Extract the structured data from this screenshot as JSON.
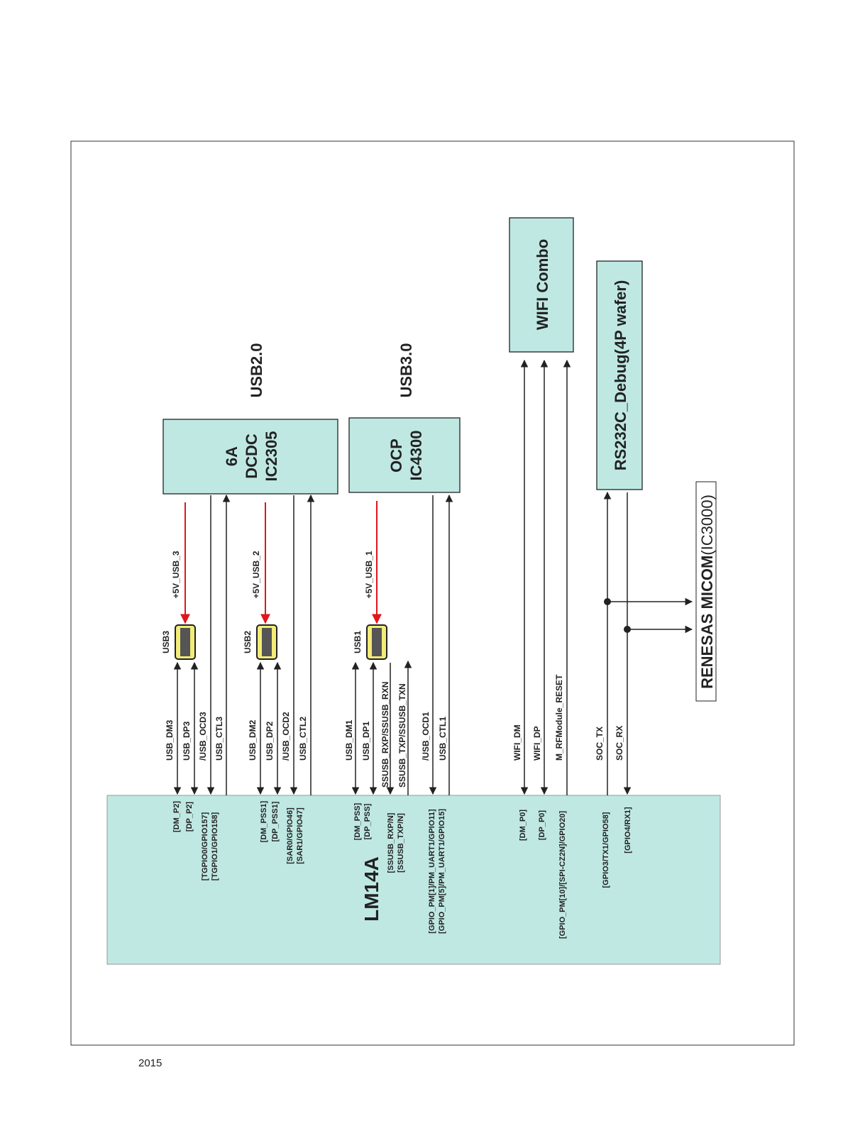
{
  "blocks": {
    "lm14a": "LM14A",
    "dcdc": [
      "6A",
      "DCDC",
      "IC2305"
    ],
    "ocp": [
      "OCP",
      "IC4300"
    ],
    "wifi": "WIFI Combo",
    "rs232": "RS232C_Debug(4P wafer)",
    "micom_bold": "RENESAS MICOM",
    "micom_ic": "(IC3000)"
  },
  "sections": {
    "usb2": "USB2.0",
    "usb3": "USB3.0"
  },
  "connectors": {
    "usb3": "USB3",
    "usb2": "USB2",
    "usb1": "USB1"
  },
  "power": {
    "p3": "+5V_USB_3",
    "p2": "+5V_USB_2",
    "p1": "+5V_USB_1"
  },
  "signals": {
    "s0": "USB_DM3",
    "s1": "USB_DP3",
    "s2": "/USB_OCD3",
    "s3": "USB_CTL3",
    "s4": "USB_DM2",
    "s5": "USB_DP2",
    "s6": "/USB_OCD2",
    "s7": "USB_CTL2",
    "s8": "USB_DM1",
    "s9": "USB_DP1",
    "s10": "SSUSB_RXP/SSUSB_RXN",
    "s11": "SSUSB_TXP/SSUSB_TXN",
    "s12": "/USB_OCD1",
    "s13": "USB_CTL1",
    "s14": "WIFI_DM",
    "s15": "WIFI_DP",
    "s16": "M_RFModule_RESET",
    "s17": "SOC_TX",
    "s18": "SOC_RX"
  },
  "pins": {
    "p0": "[DM_P2]",
    "p1": "[DP_P2]",
    "p2": "[TGPIO0/GPIO157]",
    "p3": "[TGPIO1/GPIO158]",
    "p4": "[DM_PSS1]",
    "p5": "[DP_PSS1]",
    "p6": "[SAR0/GPIO46]",
    "p7": "[SAR1/GPIO47]",
    "p8": "[DM_PSS]",
    "p9": "[DP_PSS]",
    "p10": "[SSUSB_RXP/N]",
    "p11": "[SSUSB_TXP/N]",
    "p12": "[GPIO_PM[1]/PM_UART1/GPIO11]",
    "p13": "[GPIO_PM[5]/PM_UART1/GPIO15]",
    "p14": "[DM_P0]",
    "p15": "[DP_P0]",
    "p16": "[GPIO_PM[10]/[SPI-CZ2N]/GPIO20]",
    "p17": "[GPIO3/TX1/GPIO58]",
    "p18": "[GPIO4/RX1]"
  },
  "footer": {
    "year": "2015"
  },
  "colors": {
    "block_fill": "#bfe8e3",
    "line": "#222222",
    "power_arrow": "#e0161c",
    "usb_port": "#f2ec78"
  }
}
